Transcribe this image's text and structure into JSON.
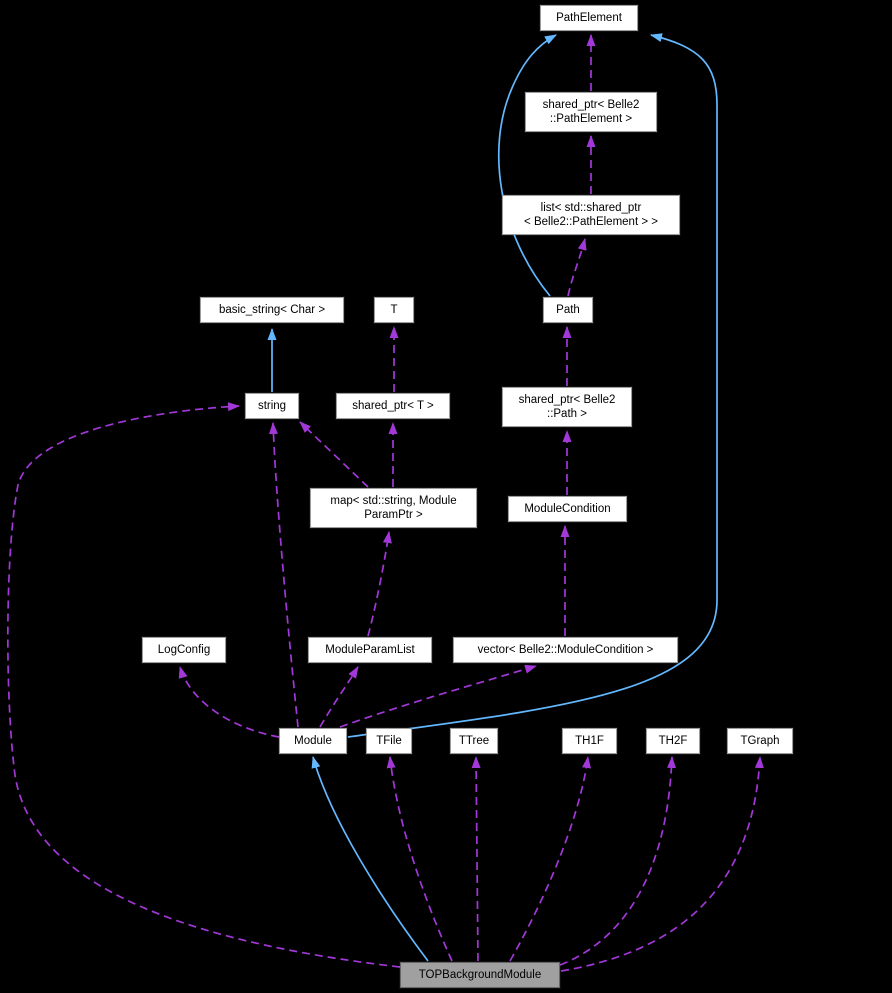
{
  "colors": {
    "background": "#000000",
    "inheritance_edge": "#63b8ff",
    "usage_edge": "#a238d8",
    "node_fill": "#ffffff",
    "node_border": "#9c9c9c",
    "selected_fill": "#a0a0a0",
    "selected_border": "#666666",
    "text": "#000000"
  },
  "nodes": {
    "pathelement": {
      "label": "PathElement"
    },
    "shared_ptr_pathelement": {
      "label": "shared_ptr< Belle2\n::PathElement >"
    },
    "list_shared_ptr_pathelement": {
      "label": "list< std::shared_ptr\n< Belle2::PathElement > >"
    },
    "path": {
      "label": "Path"
    },
    "basic_string": {
      "label": "basic_string< Char >"
    },
    "t": {
      "label": "T"
    },
    "string": {
      "label": "string"
    },
    "shared_ptr_t": {
      "label": "shared_ptr< T >"
    },
    "shared_ptr_path": {
      "label": "shared_ptr< Belle2\n::Path >"
    },
    "map_moduleparam": {
      "label": "map< std::string, Module\nParamPtr >"
    },
    "modulecondition": {
      "label": "ModuleCondition"
    },
    "logconfig": {
      "label": "LogConfig"
    },
    "moduleparamlist": {
      "label": "ModuleParamList"
    },
    "vector_modulecondition": {
      "label": "vector< Belle2::ModuleCondition >"
    },
    "module": {
      "label": "Module"
    },
    "tfile": {
      "label": "TFile"
    },
    "ttree": {
      "label": "TTree"
    },
    "th1f": {
      "label": "TH1F"
    },
    "th2f": {
      "label": "TH2F"
    },
    "tgraph": {
      "label": "TGraph"
    },
    "topbackgroundmodule": {
      "label": "TOPBackgroundModule"
    }
  }
}
